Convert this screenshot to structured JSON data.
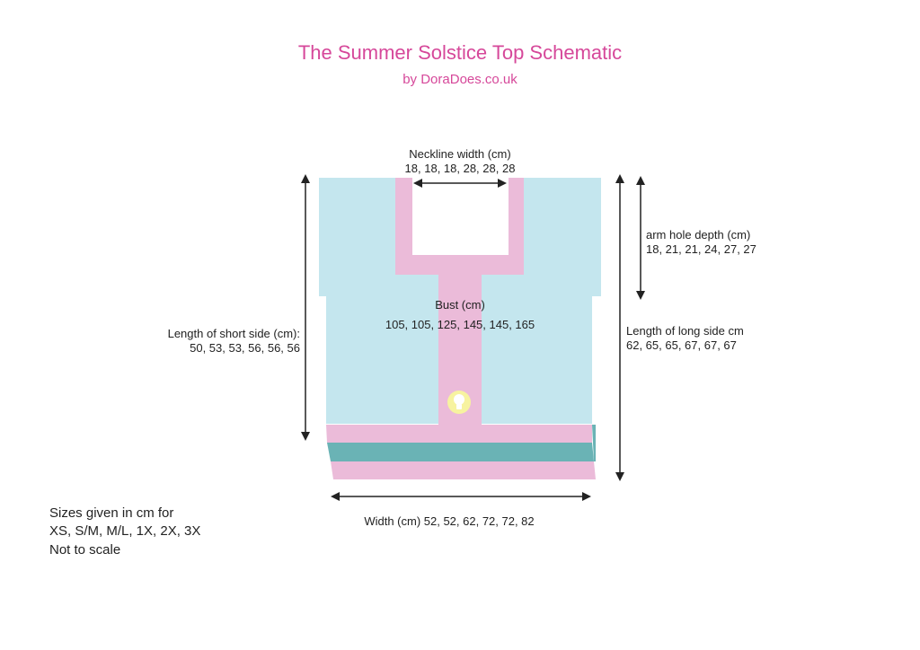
{
  "header": {
    "title": "The Summer Solstice Top Schematic",
    "byline": "by DoraDoes.co.uk"
  },
  "labels": {
    "neckline": {
      "title": "Neckline width (cm)",
      "values": "18, 18, 18, 28, 28, 28"
    },
    "armhole": {
      "title": "arm hole depth (cm)",
      "values": "18, 21, 21, 24, 27, 27"
    },
    "bust": {
      "title": "Bust (cm)",
      "values": "105, 105, 125, 145, 145, 165"
    },
    "short_side": {
      "title": "Length of short side (cm):",
      "values": "50, 53, 53, 56, 56, 56"
    },
    "long_side": {
      "title": "Length of long side cm",
      "values": "62, 65, 65, 67, 67, 67"
    },
    "width": {
      "title": "Width (cm) 52, 52, 62, 72, 72, 82"
    }
  },
  "notes": {
    "line1": "Sizes given in cm for",
    "line2": "XS, S/M, M/L, 1X, 2X, 3X",
    "line3": "Not to scale"
  },
  "colors": {
    "title": "#d6489a",
    "body": "#c4e6ee",
    "band": "#ebbbd9",
    "hem_stripe": "#6ab3b5",
    "button": "#f7f3a0",
    "arrow": "#222222"
  },
  "icons": {
    "button": "button-icon"
  }
}
